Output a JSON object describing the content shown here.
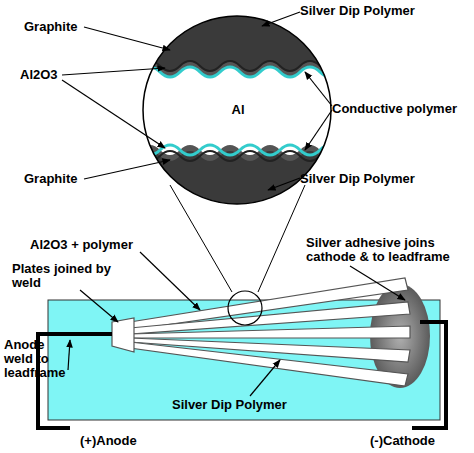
{
  "diagram": {
    "labels": [
      "Silver Dip Polymer",
      "Graphite",
      "Al2O3",
      "Al",
      "Conductive polymer",
      "Graphite",
      "Silver Dip Polymer",
      "Al2O3 + polymer",
      "Plates joined by weld",
      "Silver adhesive joins cathode & to leadframe",
      "Anode weld to leadframe",
      "(+)Anode",
      "Silver Dip Polymer",
      "(-)Cathode"
    ]
  }
}
